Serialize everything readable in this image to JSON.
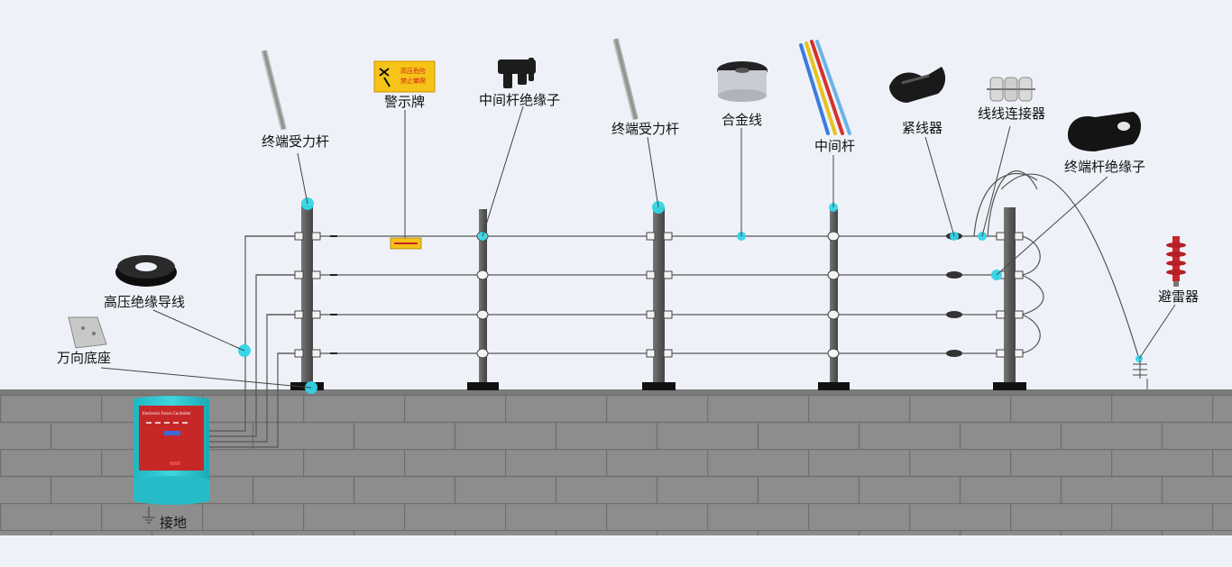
{
  "diagram": {
    "labels": {
      "terminal_pole_1": "终端受力杆",
      "warning_sign": "警示牌",
      "middle_insulator": "中间杆绝缘子",
      "terminal_pole_2": "终端受力杆",
      "alloy_wire": "合金线",
      "middle_pole": "中间杆",
      "tensioner": "紧线器",
      "wire_connector": "线线连接器",
      "terminal_insulator": "终端杆绝缘子",
      "hv_cable": "高压绝缘导线",
      "universal_base": "万向底座",
      "lightning_arrester": "避雷器",
      "grounding": "接地"
    },
    "warning_sign_text": {
      "line1": "高压危险",
      "line2": "禁止攀爬"
    },
    "controller": {
      "header": "Electronic Fence Controller"
    },
    "colors": {
      "marker": "#33d6e8",
      "wall": "#8c8c8c",
      "pole": "#5f5f5f",
      "controller": "#27c3cf",
      "arrester": "#c8252c"
    }
  }
}
